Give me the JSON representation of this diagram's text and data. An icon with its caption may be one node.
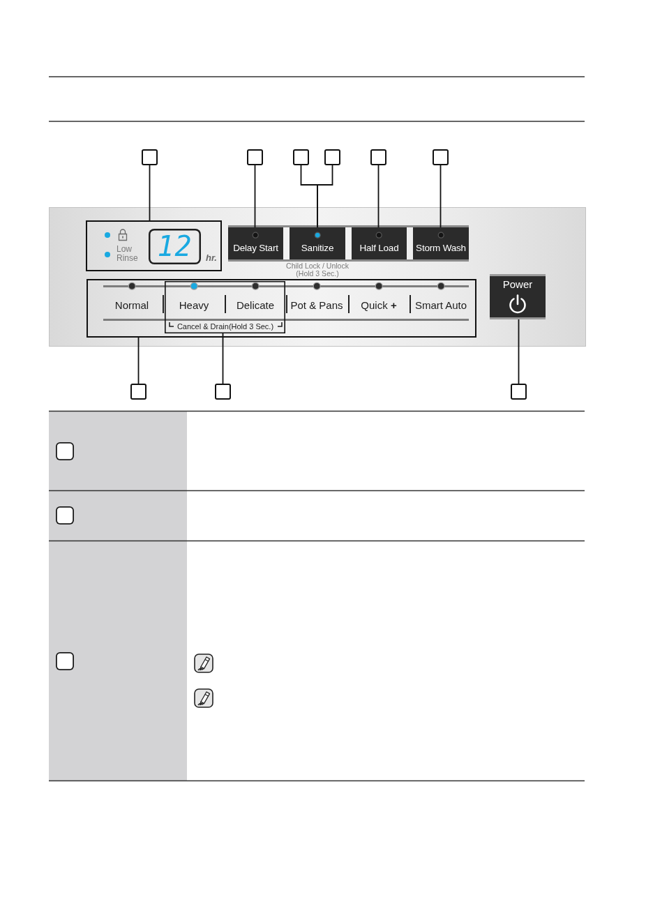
{
  "diagram": {
    "nodes": [
      {
        "text": [],
        "shape": "box"
      },
      {
        "text": [],
        "shape": "box"
      },
      {
        "text": [],
        "shape": "box"
      },
      {
        "text": [],
        "shape": "box"
      },
      {
        "text": [],
        "shape": "box"
      },
      {
        "text": [],
        "shape": "box"
      },
      {
        "text": [],
        "shape": "box"
      },
      {
        "text": [
          "Low Rinse",
          "hr."
        ],
        "in": 6
      },
      {
        "text": [
          "12"
        ],
        "in": 7
      },
      {
        "text": [
          "Delay Start"
        ],
        "in": 6
      },
      {
        "text": [
          "Sanitize"
        ],
        "in": 6,
        "beside": [
          "Child Lock / Unlock (Hold 3 Sec.)"
        ]
      },
      {
        "text": [
          "Half Load"
        ],
        "in": 6
      },
      {
        "text": [
          "Storm Wash"
        ],
        "in": 6
      },
      {
        "text": [
          "Normal",
          "Pot & Pans",
          "Quick **+**",
          "Smart Auto"
        ],
        "in": 6
      },
      {
        "text": [
          "Heavy",
          "Delicate",
          "Cancel & Drain(Hold 3 Sec.)"
        ],
        "in": 13
      },
      {
        "text": [
          "Power"
        ],
        "in": 6
      },
      {
        "text": [],
        "shape": "box"
      },
      {
        "text": [],
        "shape": "box"
      },
      {
        "text": [],
        "shape": "box"
      },
      {
        "text": [],
        "shape": "box"
      },
      {
        "text": [],
        "shape": "box"
      },
      {
        "text": [],
        "shape": "box"
      }
    ],
    "edges": [
      {
        "from": 0,
        "to": 7,
        "arrow": "none"
      },
      {
        "from": 1,
        "to": 9,
        "arrow": "none"
      },
      {
        "from": 2,
        "to": 10,
        "arrow": "none"
      },
      {
        "from": 3,
        "to": 10,
        "arrow": "none"
      },
      {
        "from": 4,
        "to": 11,
        "arrow": "none"
      },
      {
        "from": 5,
        "to": 12,
        "arrow": "none"
      },
      {
        "from": 16,
        "to": 13,
        "arrow": "none"
      },
      {
        "from": 17,
        "to": 14,
        "arrow": "none"
      },
      {
        "from": 18,
        "to": 15,
        "arrow": "none"
      }
    ]
  }
}
